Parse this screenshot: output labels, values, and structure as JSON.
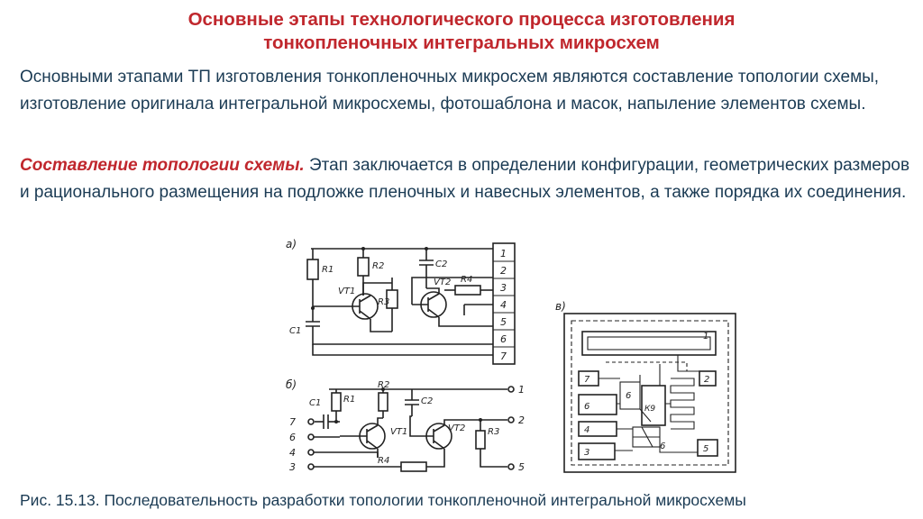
{
  "title": {
    "line1": "Основные этапы технологического процесса изготовления",
    "line2": "тонкопленочных интегральных микросхем"
  },
  "intro": "Основными этапами ТП изготовления тонкопленочных микросхем являются составление топологии схемы, изготовление оригинала интегральной микросхемы, фотошаблона и масок, напыление элементов схемы.",
  "stage": {
    "heading": "Составление топологии схемы.",
    "text": " Этап заключается в определении конфигурации, геометрических размеров и рационального размещения на подложке пленочных и навесных элементов, а также порядка их соединения."
  },
  "figure": {
    "a": {
      "label": "а)",
      "components": [
        "R1",
        "R2",
        "C2",
        "VT1",
        "R3",
        "VT2",
        "R4",
        "C1"
      ],
      "pins": [
        "1",
        "2",
        "3",
        "4",
        "5",
        "6",
        "7"
      ]
    },
    "b": {
      "label": "б)",
      "components": [
        "C1",
        "R1",
        "R2",
        "C2",
        "VT1",
        "VT2",
        "R3",
        "R4"
      ],
      "inputs": [
        "7",
        "6",
        "4",
        "3"
      ],
      "outputs": [
        "1",
        "2",
        "5"
      ]
    },
    "c": {
      "label": "в)",
      "pads": [
        "1",
        "2",
        "3",
        "4",
        "5",
        "6",
        "7"
      ],
      "inner": [
        "6",
        "К9",
        "6"
      ]
    }
  },
  "caption": "Рис. 15.13. Последовательность разработки топологии тонкопленочной интегральной микросхемы"
}
